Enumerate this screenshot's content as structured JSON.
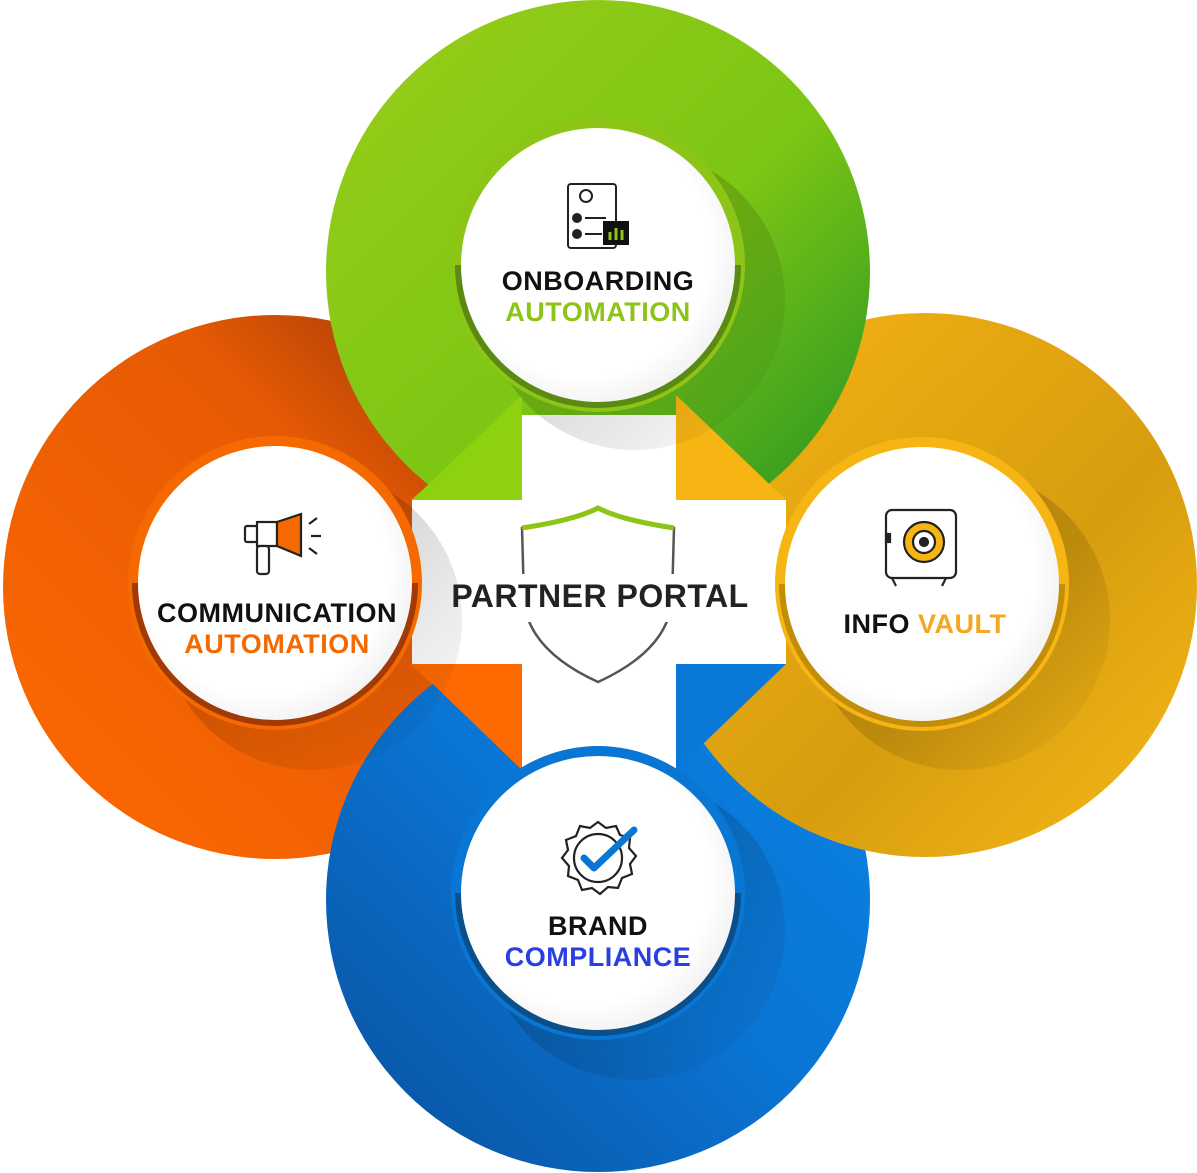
{
  "center": {
    "title": "PARTNER PORTAL"
  },
  "nodes": {
    "onboarding": {
      "line1": "ONBOARDING",
      "line2": "AUTOMATION",
      "color": "#8cc417",
      "icon": "checklist-chart-icon"
    },
    "communication": {
      "line1": "COMMUNICATION",
      "line2": "AUTOMATION",
      "color": "#f56a00",
      "icon": "megaphone-icon"
    },
    "info_vault": {
      "word1": "INFO",
      "word2": "VAULT",
      "color": "#f5b01a",
      "icon": "safe-vault-icon"
    },
    "brand": {
      "line1": "BRAND",
      "line2": "COMPLIANCE",
      "color": "#0a76d4",
      "icon": "badge-check-icon"
    }
  },
  "colors": {
    "green": "#8cc417",
    "green_dark": "#2e8b1e",
    "orange": "#f56a00",
    "orange_dark": "#a13a05",
    "yellow": "#f6b513",
    "yellow_dark": "#b8860b",
    "blue": "#0a76d4",
    "blue_dark": "#0a4f8a",
    "label_dark": "#111111",
    "label_blue": "#2b3fe0"
  }
}
